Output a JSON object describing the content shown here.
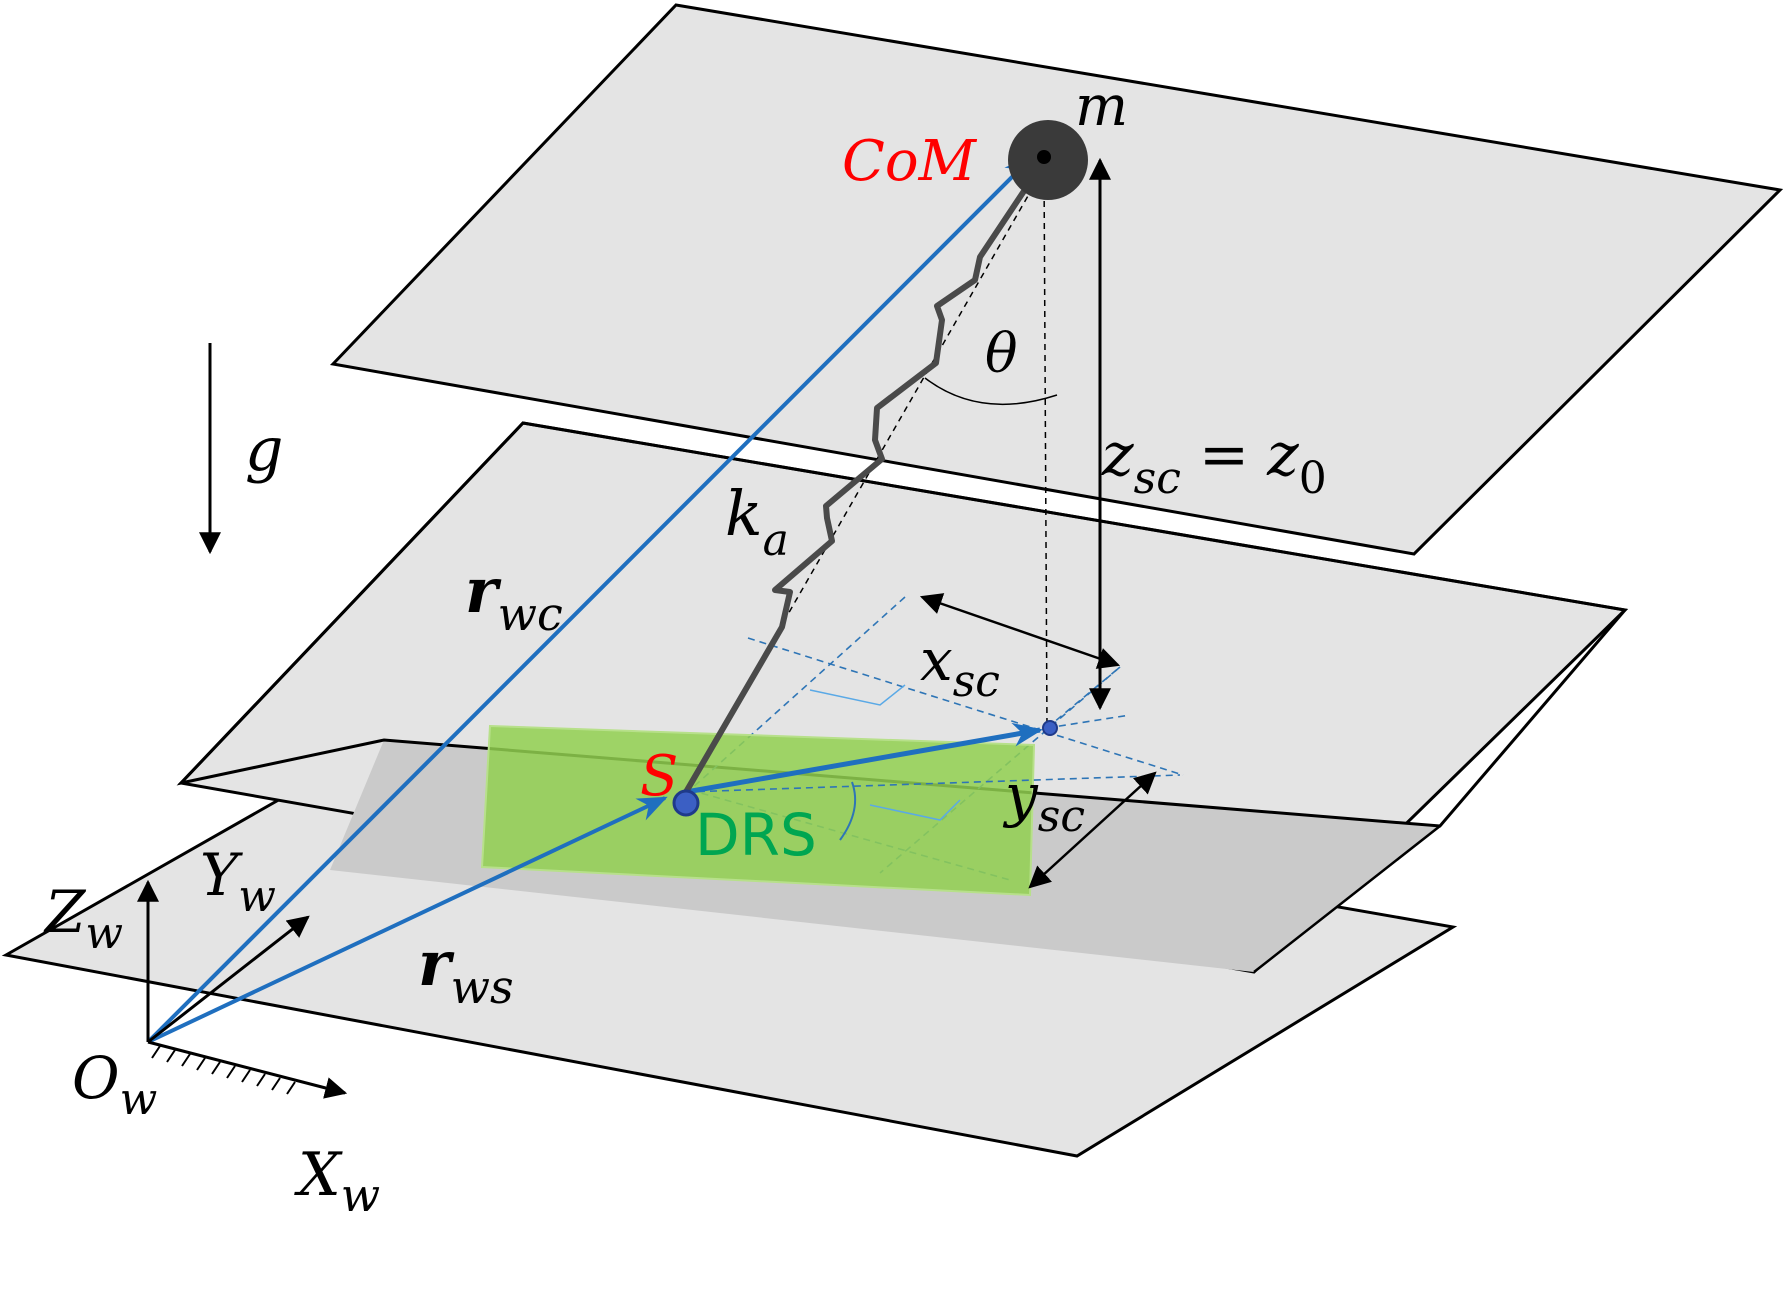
{
  "labels": {
    "com": "CoM",
    "mass": "m",
    "theta": "θ",
    "gravity": "g",
    "spring": {
      "main": "k",
      "sub": "a"
    },
    "z_sc": {
      "main": "z",
      "sub": "sc"
    },
    "equals": "=",
    "z0": {
      "main": "z",
      "sub": "0"
    },
    "r_wc": {
      "main": "r",
      "sub": "wc"
    },
    "r_ws": {
      "main": "r",
      "sub": "ws"
    },
    "x_sc": {
      "main": "x",
      "sub": "sc"
    },
    "y_sc": {
      "main": "y",
      "sub": "sc"
    },
    "support": "S",
    "drs": "DRS",
    "z_w": {
      "main": "Z",
      "sub": "w"
    },
    "y_w": {
      "main": "Y",
      "sub": "w"
    },
    "x_w": {
      "main": "X",
      "sub": "w"
    },
    "o_w": {
      "main": "O",
      "sub": "w"
    }
  },
  "colors": {
    "plane_fill": "#e4e4e4",
    "plane_stroke": "#000000",
    "strip_fill": "#c9c9c9",
    "drs_fill": "#92d050",
    "drs_text": "#00a651",
    "vector_blue": "#1f6fbf",
    "dashed_blue": "#2e75b6",
    "spring": "#4a4a4a",
    "mass": "#3a3a3a",
    "red_label": "#ff0000"
  }
}
